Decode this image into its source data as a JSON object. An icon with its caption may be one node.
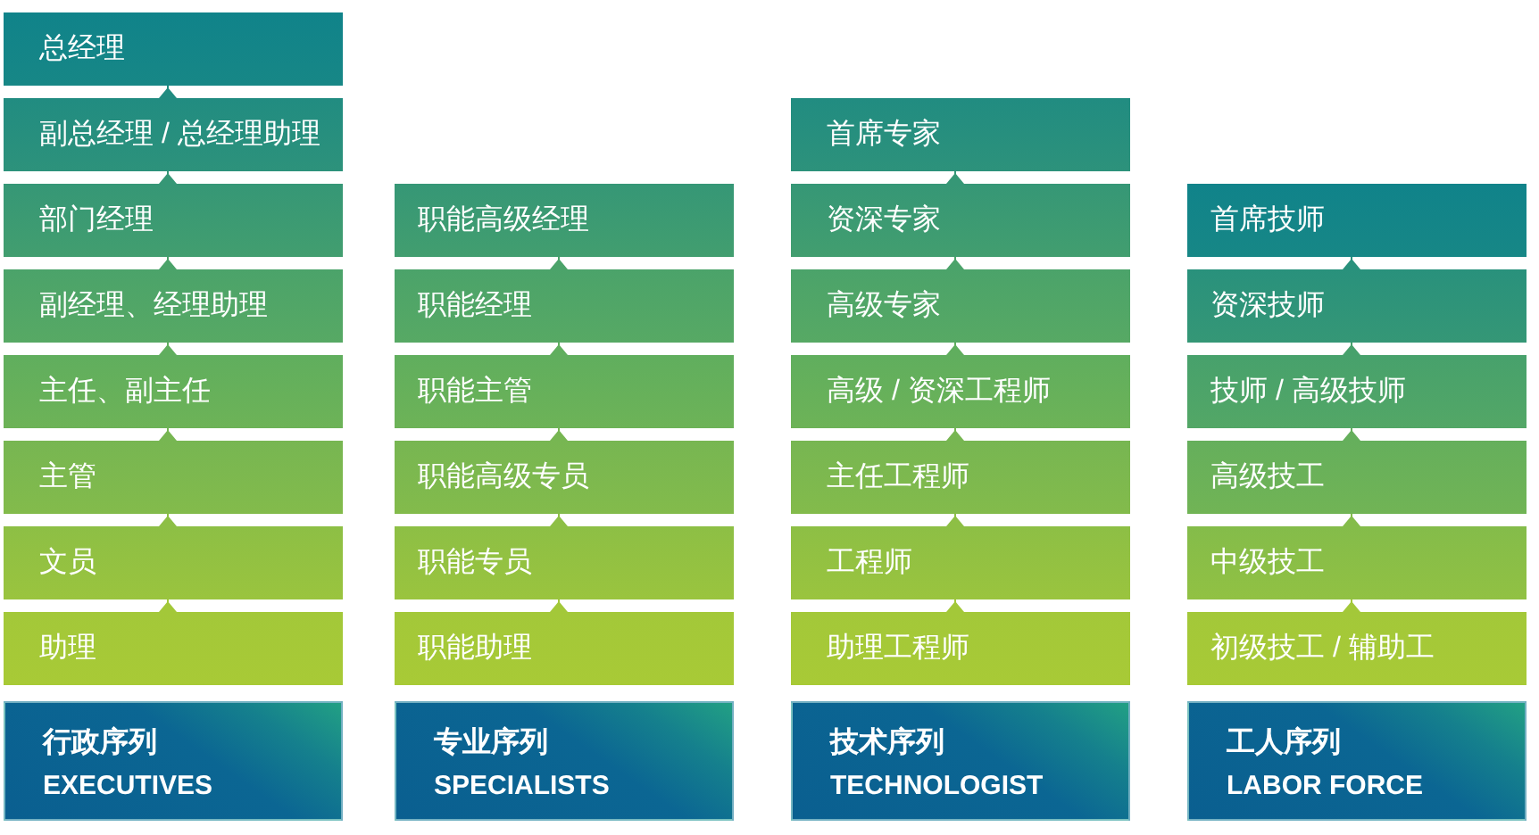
{
  "diagram": {
    "nodes": [
      {
        "text": [
          "总经理"
        ]
      },
      {
        "text": [
          "副总经理 / 总经理助理"
        ]
      },
      {
        "text": [
          "部门经理"
        ]
      },
      {
        "text": [
          "副经理、经理助理"
        ]
      },
      {
        "text": [
          "主任、副主任"
        ]
      },
      {
        "text": [
          "主管"
        ]
      },
      {
        "text": [
          "文员"
        ]
      },
      {
        "text": [
          "助理"
        ]
      },
      {
        "text": [
          "行政序列",
          "EXECUTIVES"
        ]
      },
      {
        "text": [
          "职能高级经理"
        ]
      },
      {
        "text": [
          "职能经理"
        ]
      },
      {
        "text": [
          "职能主管"
        ]
      },
      {
        "text": [
          "职能高级专员"
        ]
      },
      {
        "text": [
          "职能专员"
        ]
      },
      {
        "text": [
          "职能助理"
        ]
      },
      {
        "text": [
          "专业序列",
          "SPECIALISTS"
        ]
      },
      {
        "text": [
          "首席专家"
        ]
      },
      {
        "text": [
          "资深专家"
        ]
      },
      {
        "text": [
          "高级专家"
        ]
      },
      {
        "text": [
          "高级 / 资深工程师"
        ]
      },
      {
        "text": [
          "主任工程师"
        ]
      },
      {
        "text": [
          "工程师"
        ]
      },
      {
        "text": [
          "助理工程师"
        ]
      },
      {
        "text": [
          "技术序列",
          "TECHNOLOGIST"
        ]
      },
      {
        "text": [
          "首席技师"
        ]
      },
      {
        "text": [
          "资深技师"
        ]
      },
      {
        "text": [
          "技师 / 高级技师"
        ]
      },
      {
        "text": [
          "高级技工"
        ]
      },
      {
        "text": [
          "中级技工"
        ]
      },
      {
        "text": [
          "初级技工 / 辅助工"
        ]
      },
      {
        "text": [
          "工人序列",
          "LABOR FORCE"
        ]
      }
    ],
    "edges": [
      {
        "from": 1,
        "to": 0,
        "arrow": "to",
        "color": "#218c81"
      },
      {
        "from": 2,
        "to": 1,
        "arrow": "to",
        "color": "#369776"
      },
      {
        "from": 3,
        "to": 2,
        "arrow": "to"
      },
      {
        "from": 4,
        "to": 3,
        "arrow": "to"
      },
      {
        "from": 5,
        "to": 4,
        "arrow": "to"
      },
      {
        "from": 6,
        "to": 5,
        "arrow": "to"
      },
      {
        "from": 7,
        "to": 6,
        "arrow": "to"
      },
      {
        "from": 10,
        "to": 9,
        "arrow": "to"
      },
      {
        "from": 11,
        "to": 10,
        "arrow": "to"
      },
      {
        "from": 12,
        "to": 11,
        "arrow": "to"
      },
      {
        "from": 13,
        "to": 12,
        "arrow": "to"
      },
      {
        "from": 14,
        "to": 13,
        "arrow": "to"
      },
      {
        "from": 17,
        "to": 16,
        "arrow": "to",
        "color": "#369776"
      },
      {
        "from": 18,
        "to": 17,
        "arrow": "to"
      },
      {
        "from": 19,
        "to": 18,
        "arrow": "to"
      },
      {
        "from": 20,
        "to": 19,
        "arrow": "to"
      },
      {
        "from": 21,
        "to": 20,
        "arrow": "to"
      },
      {
        "from": 22,
        "to": 21,
        "arrow": "to"
      },
      {
        "from": 25,
        "to": 24,
        "arrow": "to",
        "color": "#29917c"
      },
      {
        "from": 26,
        "to": 25,
        "arrow": "to",
        "color": "#47a16c"
      },
      {
        "from": 27,
        "to": 26,
        "arrow": "to"
      },
      {
        "from": 28,
        "to": 27,
        "arrow": "to"
      },
      {
        "from": 29,
        "to": 28,
        "arrow": "to"
      }
    ]
  }
}
